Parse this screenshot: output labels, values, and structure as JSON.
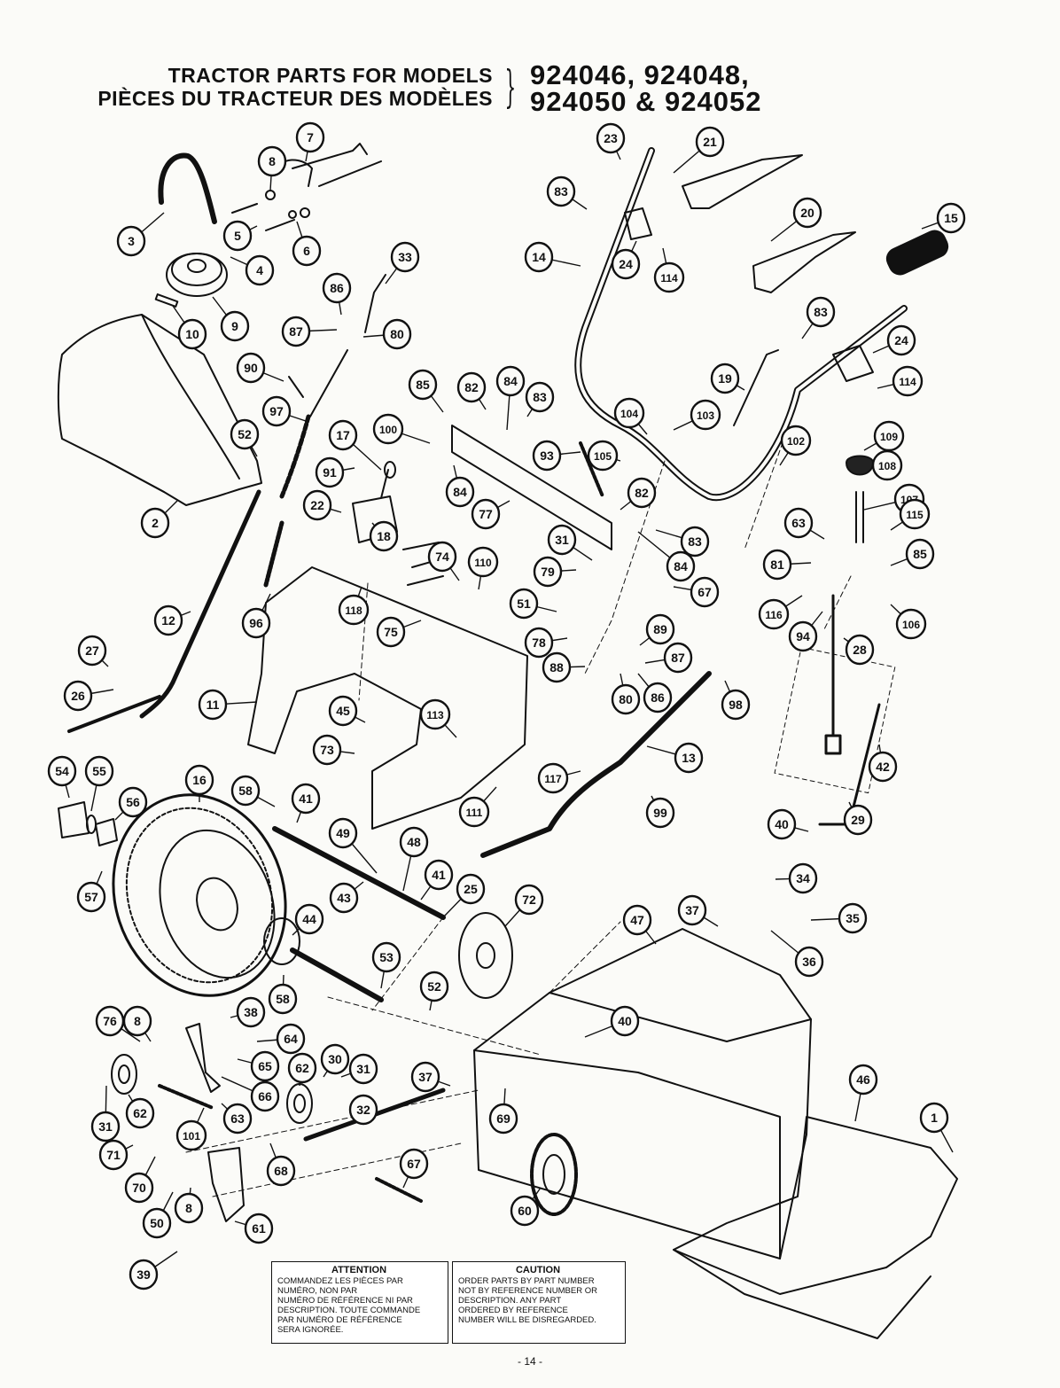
{
  "header": {
    "title_en": "TRACTOR PARTS FOR MODELS",
    "title_fr": "PIÈCES DU TRACTEUR DES MODÈLES",
    "models_line1": "924046, 924048,",
    "models_line2": "924050 & 924052"
  },
  "callouts": [
    {
      "id": "c7",
      "label": "7"
    },
    {
      "id": "c8a",
      "label": "8"
    },
    {
      "id": "c3",
      "label": "3"
    },
    {
      "id": "c5",
      "label": "5"
    },
    {
      "id": "c6",
      "label": "6"
    },
    {
      "id": "c4",
      "label": "4"
    },
    {
      "id": "c10",
      "label": "10"
    },
    {
      "id": "c9",
      "label": "9"
    },
    {
      "id": "c33",
      "label": "33"
    },
    {
      "id": "c86a",
      "label": "86"
    },
    {
      "id": "c87a",
      "label": "87"
    },
    {
      "id": "c80",
      "label": "80"
    },
    {
      "id": "c90",
      "label": "90"
    },
    {
      "id": "c97",
      "label": "97"
    },
    {
      "id": "c52a",
      "label": "52"
    },
    {
      "id": "c2",
      "label": "2"
    },
    {
      "id": "c17",
      "label": "17"
    },
    {
      "id": "c100",
      "label": "100"
    },
    {
      "id": "c91",
      "label": "91"
    },
    {
      "id": "c22",
      "label": "22"
    },
    {
      "id": "c18",
      "label": "18"
    },
    {
      "id": "c96",
      "label": "96"
    },
    {
      "id": "c12",
      "label": "12"
    },
    {
      "id": "c27",
      "label": "27"
    },
    {
      "id": "c26",
      "label": "26"
    },
    {
      "id": "c11",
      "label": "11"
    },
    {
      "id": "c118",
      "label": "118"
    },
    {
      "id": "c74",
      "label": "74"
    },
    {
      "id": "c110",
      "label": "110"
    },
    {
      "id": "c75",
      "label": "75"
    },
    {
      "id": "c45",
      "label": "45"
    },
    {
      "id": "c73",
      "label": "73"
    },
    {
      "id": "c85a",
      "label": "85"
    },
    {
      "id": "c82a",
      "label": "82"
    },
    {
      "id": "c84a",
      "label": "84"
    },
    {
      "id": "c83a",
      "label": "83"
    },
    {
      "id": "c93",
      "label": "93"
    },
    {
      "id": "c105",
      "label": "105"
    },
    {
      "id": "c84b",
      "label": "84"
    },
    {
      "id": "c77",
      "label": "77"
    },
    {
      "id": "c82b",
      "label": "82"
    },
    {
      "id": "c83b",
      "label": "83"
    },
    {
      "id": "c84c",
      "label": "84"
    },
    {
      "id": "c31a",
      "label": "31"
    },
    {
      "id": "c79",
      "label": "79"
    },
    {
      "id": "c51",
      "label": "51"
    },
    {
      "id": "c67a",
      "label": "67"
    },
    {
      "id": "c78",
      "label": "78"
    },
    {
      "id": "c89",
      "label": "89"
    },
    {
      "id": "c87b",
      "label": "87"
    },
    {
      "id": "c88",
      "label": "88"
    },
    {
      "id": "c80b",
      "label": "80"
    },
    {
      "id": "c86b",
      "label": "86"
    },
    {
      "id": "c98",
      "label": "98"
    },
    {
      "id": "c113",
      "label": "113"
    },
    {
      "id": "c13",
      "label": "13"
    },
    {
      "id": "c117",
      "label": "117"
    },
    {
      "id": "c111",
      "label": "111"
    },
    {
      "id": "c99",
      "label": "99"
    },
    {
      "id": "c23",
      "label": "23"
    },
    {
      "id": "c21",
      "label": "21"
    },
    {
      "id": "c83c",
      "label": "83"
    },
    {
      "id": "c14",
      "label": "14"
    },
    {
      "id": "c24a",
      "label": "24"
    },
    {
      "id": "c114a",
      "label": "114"
    },
    {
      "id": "c20",
      "label": "20"
    },
    {
      "id": "c15",
      "label": "15"
    },
    {
      "id": "c83d",
      "label": "83"
    },
    {
      "id": "c24b",
      "label": "24"
    },
    {
      "id": "c114b",
      "label": "114"
    },
    {
      "id": "c19",
      "label": "19"
    },
    {
      "id": "c104",
      "label": "104"
    },
    {
      "id": "c103",
      "label": "103"
    },
    {
      "id": "c102",
      "label": "102"
    },
    {
      "id": "c109",
      "label": "109"
    },
    {
      "id": "c108",
      "label": "108"
    },
    {
      "id": "c107",
      "label": "107"
    },
    {
      "id": "c115",
      "label": "115"
    },
    {
      "id": "c63a",
      "label": "63"
    },
    {
      "id": "c81",
      "label": "81"
    },
    {
      "id": "c85b",
      "label": "85"
    },
    {
      "id": "c116",
      "label": "116"
    },
    {
      "id": "c94",
      "label": "94"
    },
    {
      "id": "c106",
      "label": "106"
    },
    {
      "id": "c28",
      "label": "28"
    },
    {
      "id": "c42",
      "label": "42"
    },
    {
      "id": "c40a",
      "label": "40"
    },
    {
      "id": "c29",
      "label": "29"
    },
    {
      "id": "c54",
      "label": "54"
    },
    {
      "id": "c55",
      "label": "55"
    },
    {
      "id": "c16",
      "label": "16"
    },
    {
      "id": "c56",
      "label": "56"
    },
    {
      "id": "c57",
      "label": "57"
    },
    {
      "id": "c58a",
      "label": "58"
    },
    {
      "id": "c41a",
      "label": "41"
    },
    {
      "id": "c49",
      "label": "49"
    },
    {
      "id": "c48",
      "label": "48"
    },
    {
      "id": "c41b",
      "label": "41"
    },
    {
      "id": "c43",
      "label": "43"
    },
    {
      "id": "c25",
      "label": "25"
    },
    {
      "id": "c72",
      "label": "72"
    },
    {
      "id": "c44",
      "label": "44"
    },
    {
      "id": "c53",
      "label": "53"
    },
    {
      "id": "c58b",
      "label": "58"
    },
    {
      "id": "c34",
      "label": "34"
    },
    {
      "id": "c37a",
      "label": "37"
    },
    {
      "id": "c35",
      "label": "35"
    },
    {
      "id": "c36",
      "label": "36"
    },
    {
      "id": "c47",
      "label": "47"
    },
    {
      "id": "c52b",
      "label": "52"
    },
    {
      "id": "c40b",
      "label": "40"
    },
    {
      "id": "c76",
      "label": "76"
    },
    {
      "id": "c8b",
      "label": "8"
    },
    {
      "id": "c38",
      "label": "38"
    },
    {
      "id": "c64",
      "label": "64"
    },
    {
      "id": "c65",
      "label": "65"
    },
    {
      "id": "c66",
      "label": "66"
    },
    {
      "id": "c62a",
      "label": "62"
    },
    {
      "id": "c30",
      "label": "30"
    },
    {
      "id": "c31b",
      "label": "31"
    },
    {
      "id": "c37b",
      "label": "37"
    },
    {
      "id": "c69",
      "label": "69"
    },
    {
      "id": "c31c",
      "label": "31"
    },
    {
      "id": "c62b",
      "label": "62"
    },
    {
      "id": "c101",
      "label": "101"
    },
    {
      "id": "c63b",
      "label": "63"
    },
    {
      "id": "c32",
      "label": "32"
    },
    {
      "id": "c71",
      "label": "71"
    },
    {
      "id": "c70",
      "label": "70"
    },
    {
      "id": "c68",
      "label": "68"
    },
    {
      "id": "c67b",
      "label": "67"
    },
    {
      "id": "c50",
      "label": "50"
    },
    {
      "id": "c8c",
      "label": "8"
    },
    {
      "id": "c61",
      "label": "61"
    },
    {
      "id": "c39",
      "label": "39"
    },
    {
      "id": "c60",
      "label": "60"
    },
    {
      "id": "c46",
      "label": "46"
    },
    {
      "id": "c1",
      "label": "1"
    }
  ],
  "notice_fr": {
    "title": "ATTENTION",
    "l1": "COMMANDEZ LES PIÈCES PAR",
    "l2": "NUMÉRO, NON PAR",
    "l3": "NUMÉRO DE RÉFÉRENCE NI PAR",
    "l4": "DESCRIPTION. TOUTE COMMANDE",
    "l5": "PAR NUMÉRO DE RÉFÉRENCE",
    "l6": "SERA IGNORÉE."
  },
  "notice_en": {
    "title": "CAUTION",
    "l1": "ORDER PARTS BY PART NUMBER",
    "l2": "NOT BY REFERENCE NUMBER OR",
    "l3": "DESCRIPTION. ANY PART",
    "l4": "ORDERED BY REFERENCE",
    "l5": "NUMBER WILL BE DISREGARDED."
  },
  "page_number": "- 14 -"
}
